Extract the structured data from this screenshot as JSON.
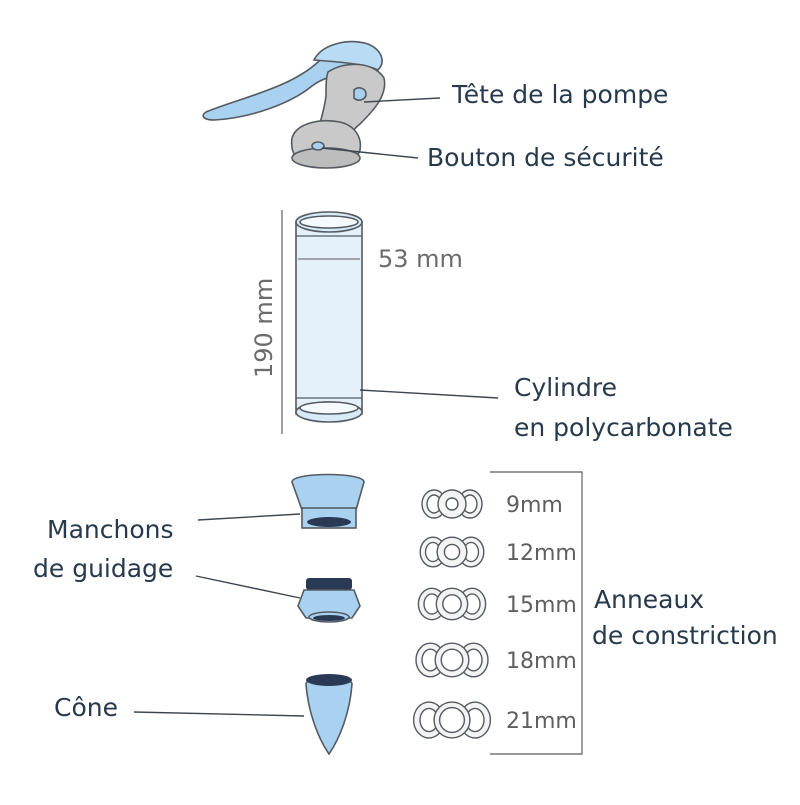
{
  "labels": {
    "pump_head": "Tête de la pompe",
    "safety_button": "Bouton de sécurité",
    "cylinder_line1": "Cylindre",
    "cylinder_line2": "en polycarbonate",
    "sleeves_line1": "Manchons",
    "sleeves_line2": "de guidage",
    "cone": "Cône",
    "rings_line1": "Anneaux",
    "rings_line2": "de constriction"
  },
  "dimensions": {
    "height": "190 mm",
    "diameter": "53 mm"
  },
  "rings": [
    {
      "size": "9mm"
    },
    {
      "size": "12mm"
    },
    {
      "size": "15mm"
    },
    {
      "size": "18mm"
    },
    {
      "size": "21mm"
    }
  ],
  "colors": {
    "accent_blue": "#a9d2f0",
    "blue_light": "#cfe5f6",
    "grey_part": "#c8c8c8",
    "dark_ring": "#2a3a55",
    "text": "#27394c"
  }
}
